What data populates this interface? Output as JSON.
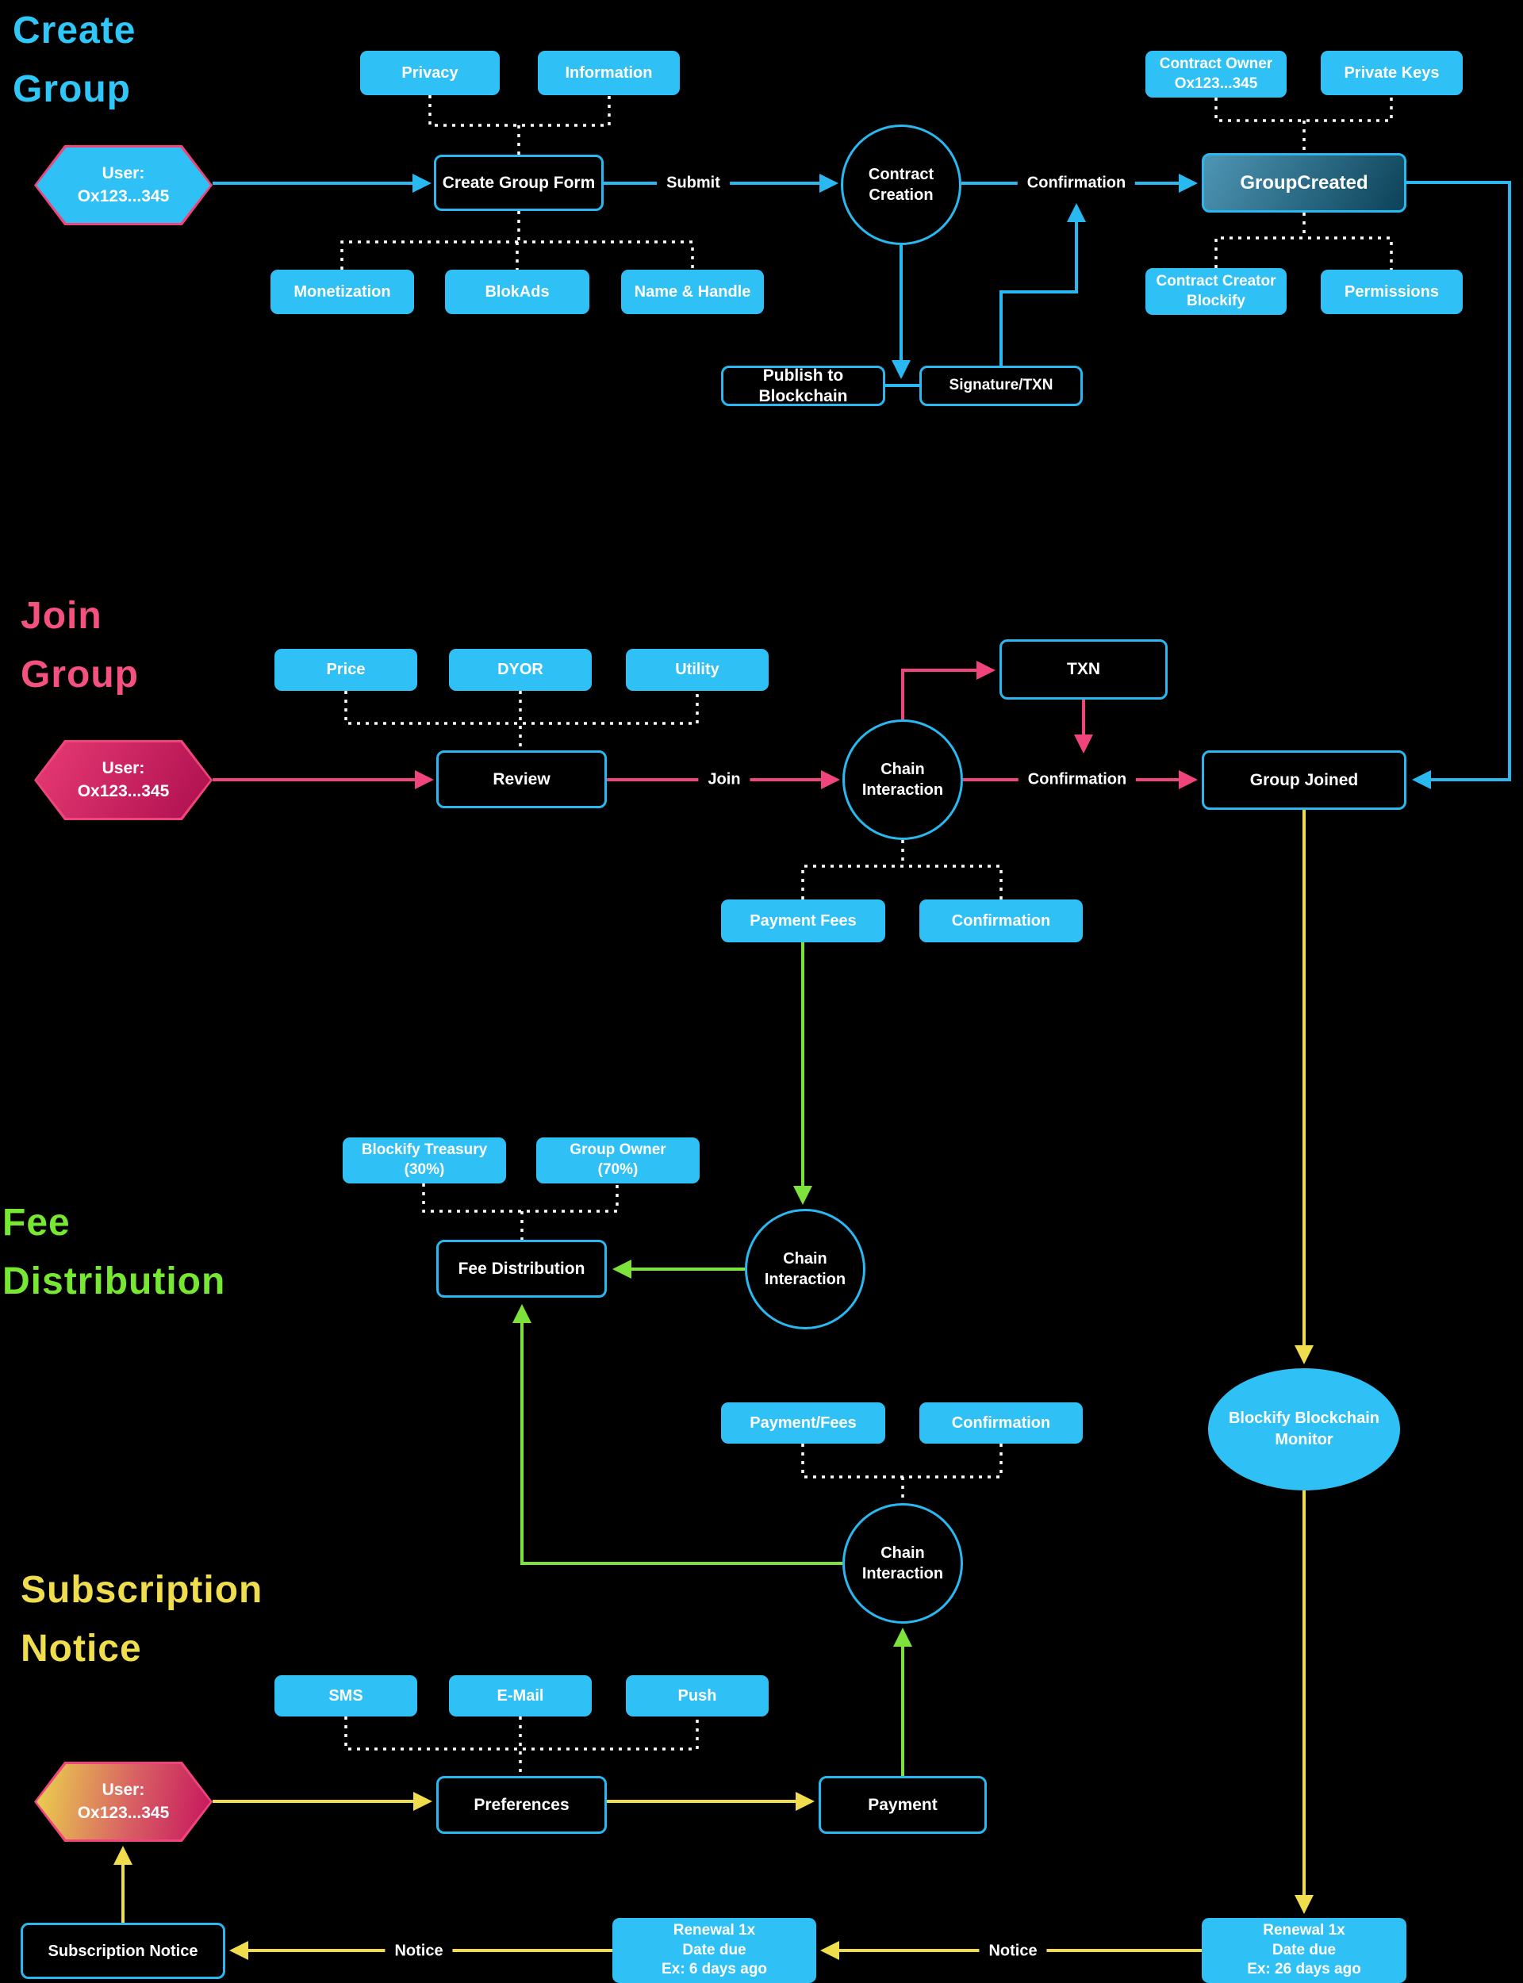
{
  "colors": {
    "background": "#000000",
    "box_cyan": "#2fc0f5",
    "line_cyan": "#29b8f0",
    "line_pink": "#f0457c",
    "line_green": "#7de23c",
    "line_yellow": "#f0dd4e",
    "title_create": "#2fc6f8",
    "title_join": "#f5517f",
    "title_fee": "#76e832",
    "title_subscription": "#f0dd4e",
    "gc_start": "#4e96b5",
    "gc_end": "#0c4258",
    "hex_border": "#f0457c"
  },
  "titles": {
    "create": "Create\nGroup",
    "join": "Join\nGroup",
    "fee": "Fee\nDistribution",
    "subscription": "Subscription\nNotice"
  },
  "nodes": {
    "user1": "User:\nOx123...345",
    "user2": "User:\nOx123...345",
    "user3": "User:\nOx123...345",
    "privacy": "Privacy",
    "information": "Information",
    "monetization": "Monetization",
    "blokads": "BlokAds",
    "name_handle": "Name & Handle",
    "create_form": "Create Group Form",
    "contract_creation": "Contract\nCreation",
    "group_created": "GroupCreated",
    "contract_owner": "Contract Owner\nOx123...345",
    "private_keys": "Private Keys",
    "contract_creator": "Contract Creator\nBlockify",
    "permissions": "Permissions",
    "publish": "Publish to\nBlockchain",
    "signature": "Signature/TXN",
    "price": "Price",
    "dyor": "DYOR",
    "utility": "Utility",
    "review": "Review",
    "txn": "TXN",
    "chain_interaction_join": "Chain\nInteraction",
    "group_joined": "Group Joined",
    "payment_fees": "Payment Fees",
    "confirmation_attr_join": "Confirmation",
    "treasury": "Blockify Treasury\n(30%)",
    "group_owner": "Group Owner\n(70%)",
    "fee_distribution": "Fee Distribution",
    "chain_interaction_fee": "Chain\nInteraction",
    "payment_fees2": "Payment/Fees",
    "confirmation_attr_fee": "Confirmation",
    "chain_interaction_fee2": "Chain\nInteraction",
    "monitor": "Blockify Blockchain\nMonitor",
    "sms": "SMS",
    "email": "E-Mail",
    "push": "Push",
    "preferences": "Preferences",
    "payment": "Payment",
    "subscription_notice": "Subscription Notice",
    "renewal_left": "Renewal 1x\nDate due\nEx: 6 days ago",
    "renewal_right": "Renewal 1x\nDate due\nEx: 26 days ago"
  },
  "edge_labels": {
    "submit": "Submit",
    "confirmation_create": "Confirmation",
    "join": "Join",
    "confirmation_join": "Confirmation",
    "notice_left": "Notice",
    "notice_right": "Notice"
  }
}
